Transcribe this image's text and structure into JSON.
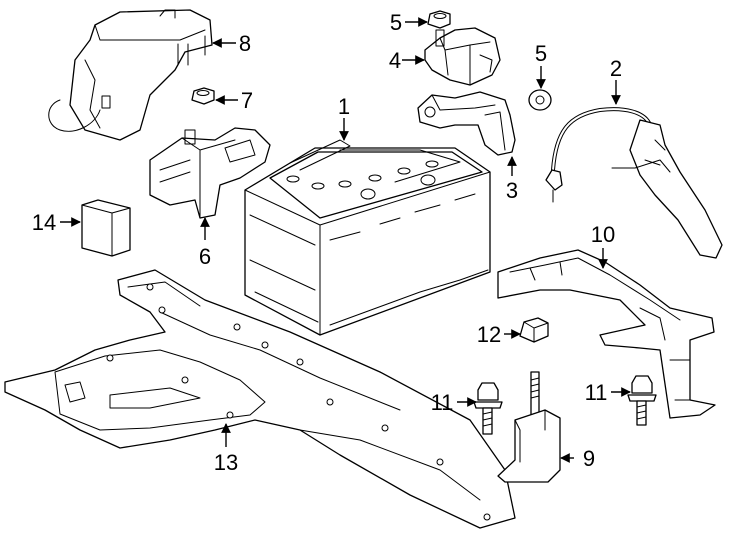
{
  "callouts": {
    "c1": "1",
    "c2": "2",
    "c3": "3",
    "c4": "4",
    "c5a": "5",
    "c5b": "5",
    "c6": "6",
    "c7": "7",
    "c8": "8",
    "c9": "9",
    "c10": "10",
    "c11a": "11",
    "c11b": "11",
    "c12": "12",
    "c13": "13",
    "c14": "14"
  }
}
